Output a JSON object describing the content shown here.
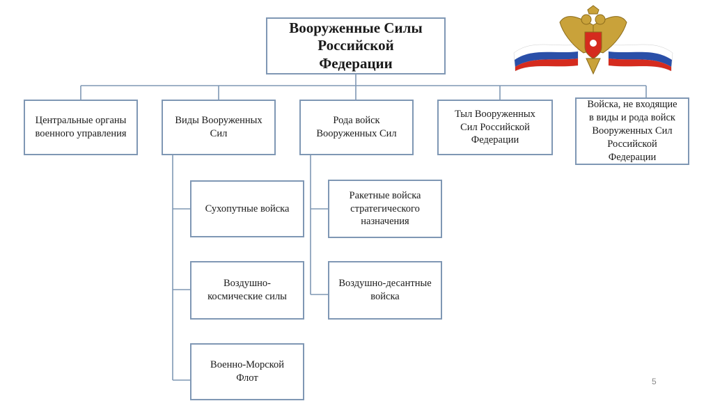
{
  "root": {
    "title": "Вооруженные Силы\nРоссийской\nФедерации"
  },
  "level1": [
    {
      "label": "Центральные органы\nвоенного управления"
    },
    {
      "label": "Виды Вооруженных\nСил"
    },
    {
      "label": "Рода войск\nВооруженных Сил"
    },
    {
      "label": "Тыл Вооруженных\nСил Российской\nФедерации"
    },
    {
      "label": "Войска, не входящие\nв виды и рода войск\nВооруженных Сил\nРоссийской\nФедерации"
    }
  ],
  "branches": [
    {
      "label": "Сухопутные войска"
    },
    {
      "label": "Воздушно-\nкосмические силы"
    },
    {
      "label": "Военно-Морской\nФлот"
    }
  ],
  "arms": [
    {
      "label": "Ракетные войска\nстратегического\nназначения"
    },
    {
      "label": "Воздушно-десантные\nвойска"
    }
  ],
  "page_number": "5",
  "colors": {
    "box_border": "#7f97b4",
    "flag_white": "#ffffff",
    "flag_blue": "#2a4fa8",
    "flag_red": "#d52b1e",
    "emblem_gold": "#c9a23a"
  },
  "icons": {
    "emblem": "russian-coat-of-arms-icon"
  }
}
